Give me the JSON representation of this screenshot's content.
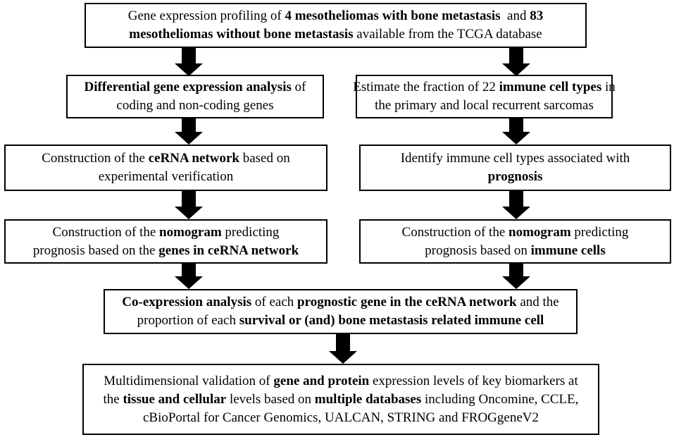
{
  "boxes": {
    "top": {
      "lines": [
        [
          {
            "t": "Gene expression profiling of ",
            "b": false
          },
          {
            "t": "4 mesotheliomas with bone metastasis",
            "b": true
          },
          {
            "t": "  and ",
            "b": false
          },
          {
            "t": "83",
            "b": true
          }
        ],
        [
          {
            "t": "mesotheliomas without bone metastasis",
            "b": true
          },
          {
            "t": " available from the TCGA database",
            "b": false
          }
        ]
      ]
    },
    "left1": {
      "lines": [
        [
          {
            "t": "Differential gene expression analysis",
            "b": true
          },
          {
            "t": " of",
            "b": false
          }
        ],
        [
          {
            "t": "coding and non-coding genes",
            "b": false
          }
        ]
      ]
    },
    "right1": {
      "lines": [
        [
          {
            "t": "Estimate the fraction of 22 ",
            "b": false
          },
          {
            "t": "immune cell types",
            "b": true
          },
          {
            "t": " in",
            "b": false
          }
        ],
        [
          {
            "t": "the primary and local recurrent sarcomas",
            "b": false
          }
        ]
      ]
    },
    "left2": {
      "lines": [
        [
          {
            "t": "Construction of the ",
            "b": false
          },
          {
            "t": "ceRNA network",
            "b": true
          },
          {
            "t": " based on",
            "b": false
          }
        ],
        [
          {
            "t": "experimental verification",
            "b": false
          }
        ]
      ]
    },
    "right2": {
      "lines": [
        [
          {
            "t": "Identify immune cell types associated with",
            "b": false
          }
        ],
        [
          {
            "t": "prognosis",
            "b": true
          }
        ]
      ]
    },
    "left3": {
      "lines": [
        [
          {
            "t": "Construction of the ",
            "b": false
          },
          {
            "t": "nomogram",
            "b": true
          },
          {
            "t": " predicting",
            "b": false
          }
        ],
        [
          {
            "t": "prognosis based on the ",
            "b": false
          },
          {
            "t": "genes in ceRNA network",
            "b": true
          }
        ]
      ]
    },
    "right3": {
      "lines": [
        [
          {
            "t": "Construction of the ",
            "b": false
          },
          {
            "t": "nomogram",
            "b": true
          },
          {
            "t": " predicting",
            "b": false
          }
        ],
        [
          {
            "t": "prognosis based on ",
            "b": false
          },
          {
            "t": "immune cells",
            "b": true
          }
        ]
      ]
    },
    "coexp": {
      "lines": [
        [
          {
            "t": "Co-expression analysis",
            "b": true
          },
          {
            "t": " of each ",
            "b": false
          },
          {
            "t": "prognostic gene in the ceRNA network",
            "b": true
          },
          {
            "t": " and the",
            "b": false
          }
        ],
        [
          {
            "t": "proportion of each ",
            "b": false
          },
          {
            "t": "survival or (and) bone metastasis related immune cell",
            "b": true
          }
        ]
      ]
    },
    "validation": {
      "lines": [
        [
          {
            "t": "Multidimensional validation of ",
            "b": false
          },
          {
            "t": "gene and protein",
            "b": true
          },
          {
            "t": " expression levels of key biomarkers at",
            "b": false
          }
        ],
        [
          {
            "t": "the ",
            "b": false
          },
          {
            "t": "tissue and cellular",
            "b": true
          },
          {
            "t": " levels based on ",
            "b": false
          },
          {
            "t": "multiple databases",
            "b": true
          },
          {
            "t": " including Oncomine, CCLE,",
            "b": false
          }
        ],
        [
          {
            "t": "cBioPortal for Cancer Genomics, UALCAN, STRING and FROGgeneV2",
            "b": false
          }
        ]
      ]
    }
  },
  "colors": {
    "border": "#000000",
    "arrow": "#000000",
    "background": "#ffffff"
  }
}
